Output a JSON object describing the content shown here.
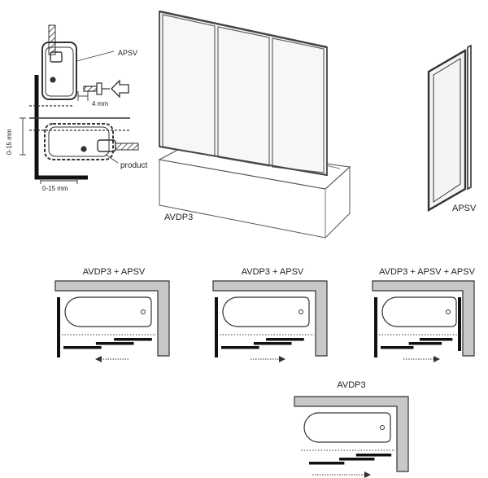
{
  "detail": {
    "apsv_label": "APSV",
    "gap_label": "4 mm",
    "range_vertical": "0-15 mm",
    "range_horizontal": "0-15 mm",
    "product_label": "product"
  },
  "main_product": {
    "label": "AVDP3"
  },
  "side_panel": {
    "label": "APSV"
  },
  "layouts": [
    {
      "title": "AVDP3 + APSV",
      "arrow_direction": "left"
    },
    {
      "title": "AVDP3 + APSV",
      "arrow_direction": "right"
    },
    {
      "title": "AVDP3 + APSV + APSV",
      "arrow_direction": "right"
    },
    {
      "title": "AVDP3",
      "arrow_direction": "right"
    }
  ],
  "colors": {
    "line": "#333333",
    "wall": "#c8c8c8",
    "panel": "#111111",
    "glass": "#f2f2f2"
  }
}
